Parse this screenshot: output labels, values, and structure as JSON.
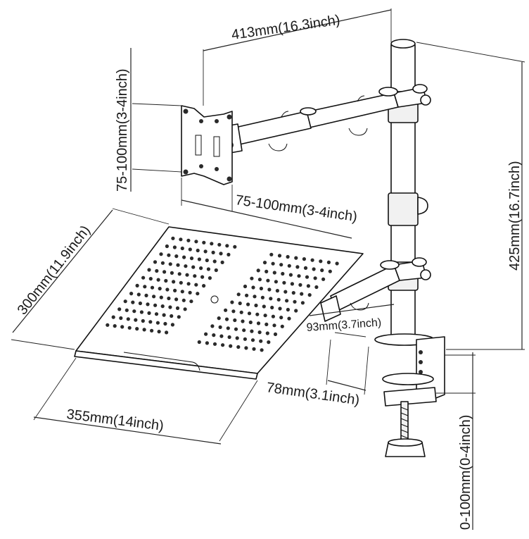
{
  "labels": {
    "arm_reach": "413mm(16.3inch)",
    "pole_height": "425mm(16.7inch)",
    "vesa_vertical": "75-100mm(3-4inch)",
    "vesa_horizontal": "75-100mm(3-4inch)",
    "tray_depth": "300mm(11.9inch)",
    "tray_width": "355mm(14inch)",
    "clamp_offset": "93mm(3.7inch)",
    "clamp_depth": "78mm(3.1inch)",
    "clamp_range": "0-100mm(0-4inch)"
  }
}
